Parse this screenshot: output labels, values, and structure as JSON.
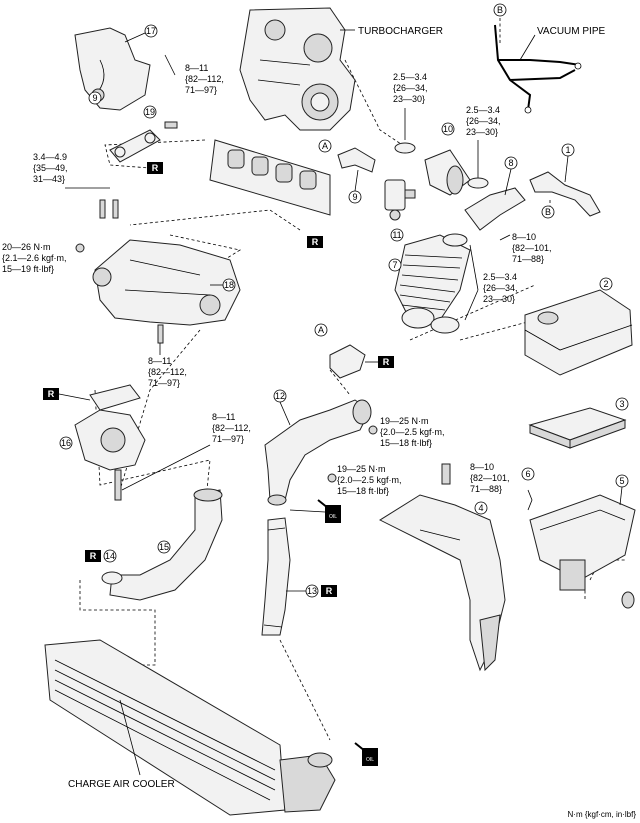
{
  "labels": {
    "turbocharger": "TURBOCHARGER",
    "vacuum_pipe": "VACUUM PIPE",
    "charge_air_cooler": "CHARGE AIR COOLER",
    "unit_note": "N·m {kgf·cm, in·lbf}"
  },
  "callouts": {
    "p1": "1",
    "p2": "2",
    "p3": "3",
    "p4": "4",
    "p5": "5",
    "p6": "6",
    "p7": "7",
    "p8": "8",
    "p9": "9",
    "p10": "10",
    "p11": "11",
    "p12": "12",
    "p13": "13",
    "p14": "14",
    "p15": "15",
    "p16": "16",
    "p17": "17",
    "p18": "18",
    "p19": "19",
    "refA": "A",
    "refB": "B",
    "replace": "R",
    "oil": "OIL"
  },
  "torques": {
    "t1": [
      "8—11",
      "{82—112,",
      "71—97}"
    ],
    "t2": [
      "2.5—3.4",
      "{26—34,",
      "23—30}"
    ],
    "t3": [
      "2.5—3.4",
      "{26—34,",
      "23—30}"
    ],
    "t4": [
      "3.4—4.9",
      "{35—49,",
      "31—43}"
    ],
    "t5": [
      "20—26 N·m",
      "{2.1—2.6 kgf·m,",
      "15—19 ft·lbf}"
    ],
    "t6": [
      "8—10",
      "{82—101,",
      "71—88}"
    ],
    "t7": [
      "2.5—3.4",
      "{26—34,",
      "23—30}"
    ],
    "t8": [
      "8—11",
      "{82—112,",
      "71—97}"
    ],
    "t9": [
      "19—25 N·m",
      "{2.0—2.5 kgf·m,",
      "15—18 ft·lbf}"
    ],
    "t10": [
      "8—11",
      "{82—112,",
      "71—97}"
    ],
    "t11": [
      "19—25 N·m",
      "{2.0—2.5 kgf·m,",
      "15—18 ft·lbf}"
    ],
    "t12": [
      "8—10",
      "{82—101,",
      "71—88}"
    ]
  }
}
